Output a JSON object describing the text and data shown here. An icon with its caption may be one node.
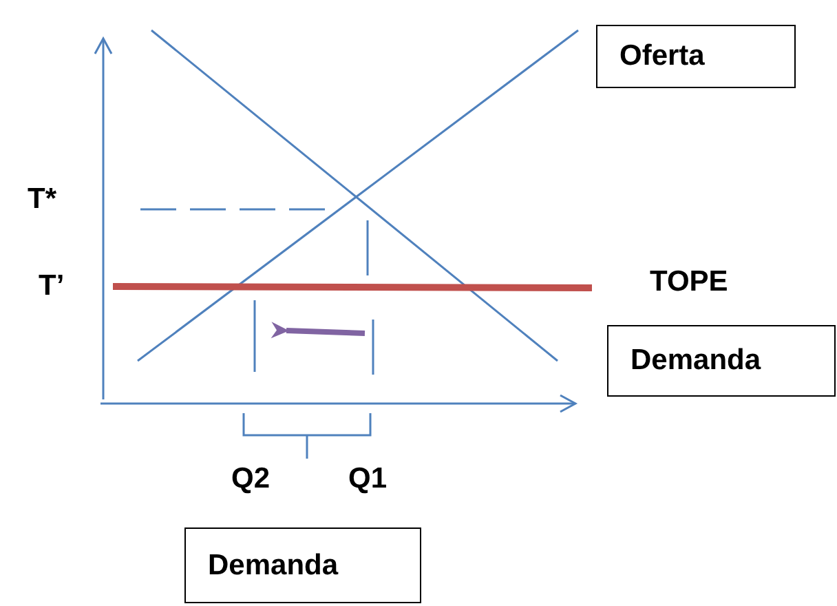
{
  "diagram": {
    "nodes": [
      {
        "text": [
          "Oferta"
        ]
      },
      {
        "text": [
          "Demanda"
        ]
      },
      {
        "text": [
          "Demanda"
        ]
      }
    ],
    "labels": [
      "T*",
      "T’",
      "TOPE",
      "Q2",
      "Q1"
    ]
  }
}
